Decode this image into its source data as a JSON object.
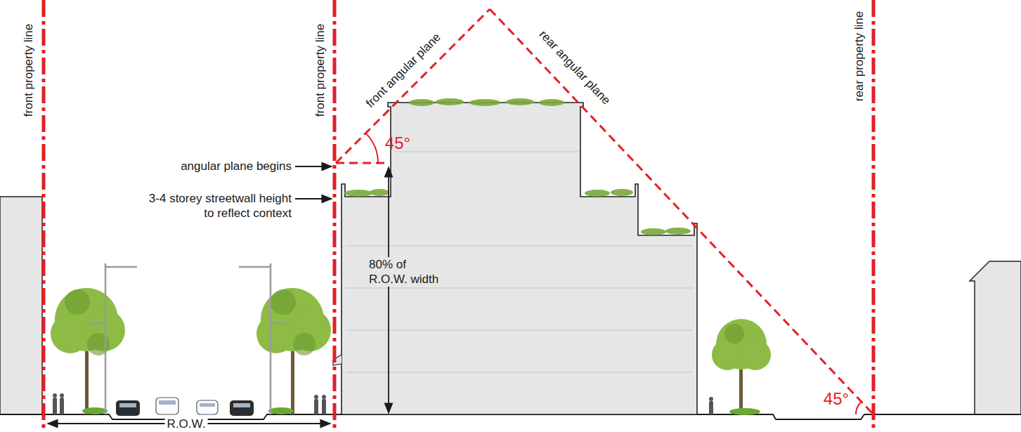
{
  "diagram": {
    "labels": [
      "front property line",
      "front property line",
      "front angular plane",
      "rear angular plane",
      "rear property line",
      "45°",
      "angular plane begins",
      "3-4 storey streetwall height to reflect context",
      "80% of R.O.W. width",
      "45°",
      "R.O.W."
    ]
  }
}
